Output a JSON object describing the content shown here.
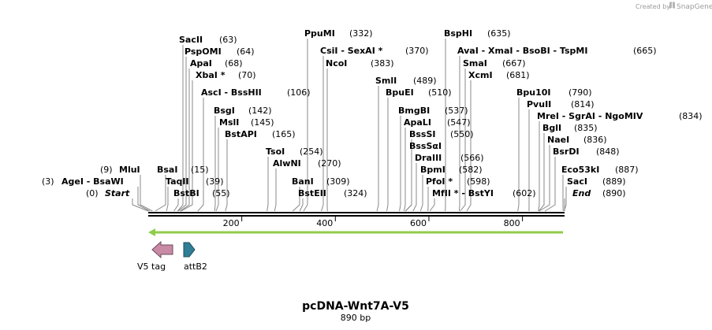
{
  "credit": {
    "text": "Created by",
    "brand": "SnapGene"
  },
  "title": "pcDNA-Wnt7A-V5",
  "length_label": "890 bp",
  "axis": {
    "start": 0,
    "end": 890,
    "ticks": [
      "200",
      "400",
      "600",
      "800"
    ]
  },
  "enzymes": [
    {
      "name": "SacII",
      "pos": "(63)",
      "site": 63
    },
    {
      "name": "PspOMI",
      "pos": "(64)",
      "site": 64
    },
    {
      "name": "ApaI",
      "pos": "(68)",
      "site": 68
    },
    {
      "name": "XbaI *",
      "pos": "(70)",
      "site": 70
    },
    {
      "name": "AscI  -  BssHII",
      "pos": "(106)",
      "site": 106
    },
    {
      "name": "BsgI",
      "pos": "(142)",
      "site": 142
    },
    {
      "name": "MslI",
      "pos": "(145)",
      "site": 145
    },
    {
      "name": "BstAPI",
      "pos": "(165)",
      "site": 165
    },
    {
      "name": "MluI",
      "pos": "(9)",
      "site": 9
    },
    {
      "name": "BsaI",
      "pos": "(15)",
      "site": 15
    },
    {
      "name": "AgeI  -  BsaWI",
      "pos": "(3)",
      "site": 3
    },
    {
      "name": "TaqII",
      "pos": "(39)",
      "site": 39
    },
    {
      "name": "Start",
      "pos": "(0)",
      "site": 0,
      "italic": true
    },
    {
      "name": "BstBI",
      "pos": "(55)",
      "site": 55
    },
    {
      "name": "PpuMI",
      "pos": "(332)",
      "site": 332
    },
    {
      "name": "CsiI  -  SexAI *",
      "pos": "(370)",
      "site": 370
    },
    {
      "name": "NcoI",
      "pos": "(383)",
      "site": 383
    },
    {
      "name": "TsoI",
      "pos": "(254)",
      "site": 254
    },
    {
      "name": "AlwNI",
      "pos": "(270)",
      "site": 270
    },
    {
      "name": "BanI",
      "pos": "(309)",
      "site": 309
    },
    {
      "name": "BstEII",
      "pos": "(324)",
      "site": 324
    },
    {
      "name": "SmlI",
      "pos": "(489)",
      "site": 489
    },
    {
      "name": "BpuEI",
      "pos": "(510)",
      "site": 510
    },
    {
      "name": "BspHI",
      "pos": "(635)",
      "site": 635
    },
    {
      "name": "AvaI  -  XmaI  -  BsoBI  -  TspMI",
      "pos": "(665)",
      "site": 665
    },
    {
      "name": "SmaI",
      "pos": "(667)",
      "site": 667
    },
    {
      "name": "XcmI",
      "pos": "(681)",
      "site": 681
    },
    {
      "name": "BmgBI",
      "pos": "(537)",
      "site": 537
    },
    {
      "name": "ApaLI",
      "pos": "(547)",
      "site": 547
    },
    {
      "name": "BssSI",
      "pos": "(550)",
      "site": 550
    },
    {
      "name": "BssSαI",
      "pos": "",
      "site": 550
    },
    {
      "name": "DraIII",
      "pos": "(566)",
      "site": 566
    },
    {
      "name": "BpmI",
      "pos": "(582)",
      "site": 582
    },
    {
      "name": "PfoI *",
      "pos": "(598)",
      "site": 598
    },
    {
      "name": "MfII *  -  BstYI",
      "pos": "(602)",
      "site": 602
    },
    {
      "name": "Bpu10I",
      "pos": "(790)",
      "site": 790
    },
    {
      "name": "PvuII",
      "pos": "(814)",
      "site": 814
    },
    {
      "name": "MreI  -  SgrAI  -  NgoMIV",
      "pos": "(834)",
      "site": 834
    },
    {
      "name": "BglI",
      "pos": "(835)",
      "site": 835
    },
    {
      "name": "NaeI",
      "pos": "(836)",
      "site": 836
    },
    {
      "name": "BsrDI",
      "pos": "(848)",
      "site": 848
    },
    {
      "name": "Eco53kI",
      "pos": "(887)",
      "site": 887
    },
    {
      "name": "SacI",
      "pos": "(889)",
      "site": 889
    },
    {
      "name": "End",
      "pos": "(890)",
      "site": 890,
      "italic": true
    }
  ],
  "features": [
    {
      "name": "V5 tag",
      "color": "#c98aa6",
      "direction": "reverse"
    },
    {
      "name": "attB2",
      "color": "#2f7e96",
      "direction": "forward"
    }
  ],
  "orf_color": "#90cc4a"
}
